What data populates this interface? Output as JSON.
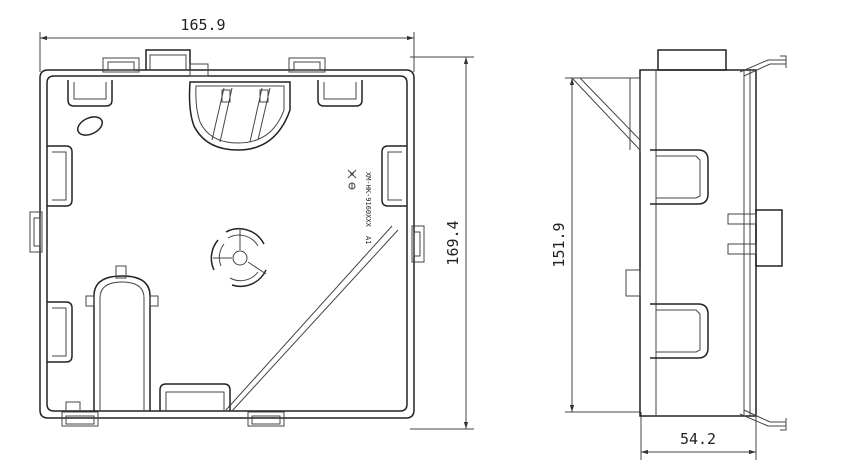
{
  "drawing": {
    "front_view": {
      "width_label": "165.9",
      "height_label": "169.4",
      "part_marking": "XM-HK-9160XXX",
      "part_marking_suffix": "A1"
    },
    "side_view": {
      "height_label": "151.9",
      "depth_label": "54.2"
    }
  }
}
